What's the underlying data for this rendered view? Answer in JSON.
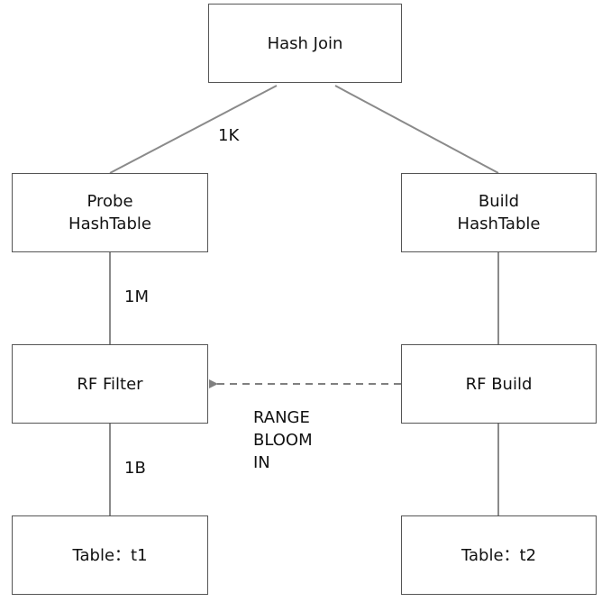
{
  "diagram": {
    "nodes": {
      "hash_join": "Hash Join",
      "probe": {
        "line1": "Probe",
        "line2": "HashTable"
      },
      "build": {
        "line1": "Build",
        "line2": "HashTable"
      },
      "rf_filter": "RF Filter",
      "rf_build": "RF Build",
      "table_t1": "Table：t1",
      "table_t2": "Table：t2"
    },
    "edge_labels": {
      "join_probe": "1K",
      "probe_filter": "1M",
      "filter_table": "1B"
    },
    "rf_types": [
      "RANGE",
      "BLOOM",
      "IN"
    ],
    "colors": {
      "border": "#555555",
      "line": "#888888",
      "text": "#111111"
    }
  }
}
